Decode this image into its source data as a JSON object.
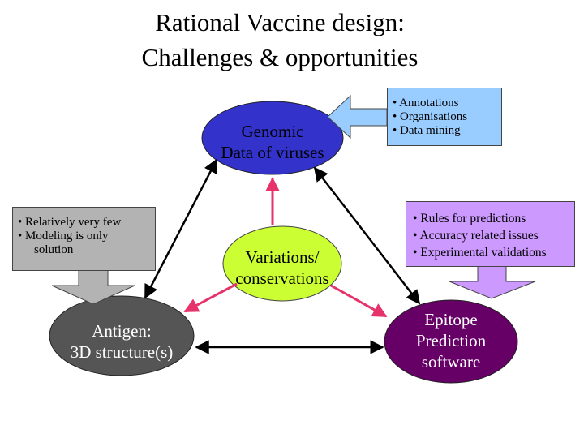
{
  "title": {
    "line1": "Rational Vaccine design:",
    "line2": "Challenges & opportunities"
  },
  "nodes": {
    "genomic": {
      "line1": "Genomic",
      "line2": "Data of viruses",
      "fill": "#3333cc"
    },
    "variations": {
      "line1": "Variations/",
      "line2": "conservations",
      "fill": "#ccff33"
    },
    "antigen": {
      "line1": "Antigen:",
      "line2": "3D structure(s)",
      "fill": "#555555"
    },
    "epitope": {
      "line1": "Epitope",
      "line2": "Prediction",
      "line3": "software",
      "fill": "#660066"
    }
  },
  "boxes": {
    "annotations": {
      "fill": "#99ccff",
      "items": [
        "• Annotations",
        "• Organisations",
        "• Data mining"
      ]
    },
    "antigen_notes": {
      "fill": "#b3b3b3",
      "items": [
        "• Relatively very few",
        "• Modeling is only",
        "solution"
      ]
    },
    "epitope_notes": {
      "fill": "#cc99ff",
      "items": [
        "• Rules for predictions",
        "• Accuracy related issues",
        "• Experimental validations"
      ]
    }
  },
  "colors": {
    "black_arrow": "#000000",
    "pink_arrow": "#e6336b",
    "gray_arrow": "#b3b3b3",
    "purple_arrow": "#cc99ff",
    "blue_arrow": "#99ccff"
  }
}
